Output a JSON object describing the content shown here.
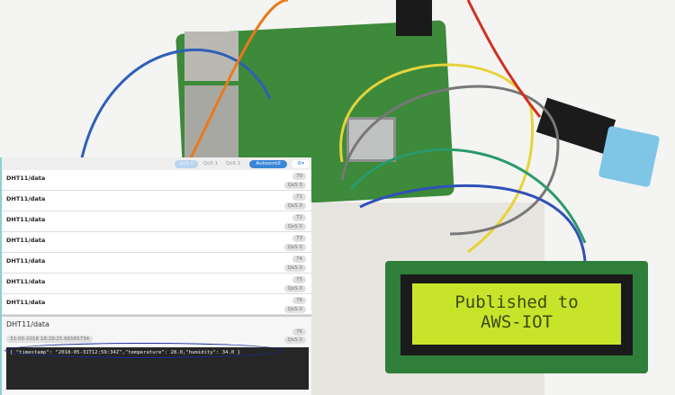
{
  "photo": {
    "lcd_line1": "Published to",
    "lcd_line2": "AWS-IOT"
  },
  "toolbar": {
    "buttons": [
      "QoS 0",
      "QoS 1",
      "QoS 2",
      "Autoscroll"
    ],
    "settings_icon": "gear-icon"
  },
  "messages": [
    {
      "topic": "DHT11/data",
      "number": "70",
      "qos": "QoS 0"
    },
    {
      "topic": "DHT11/data",
      "number": "71",
      "qos": "QoS 0"
    },
    {
      "topic": "DHT11/data",
      "number": "72",
      "qos": "QoS 0"
    },
    {
      "topic": "DHT11/data",
      "number": "73",
      "qos": "QoS 0"
    },
    {
      "topic": "DHT11/data",
      "number": "74",
      "qos": "QoS 0"
    },
    {
      "topic": "DHT11/data",
      "number": "75",
      "qos": "QoS 0"
    },
    {
      "topic": "DHT11/data",
      "number": "76",
      "qos": "QoS 0"
    }
  ],
  "detail": {
    "topic": "DHT11/data",
    "number": "76",
    "timestamp": "31-05-2018 18:29:25.66565734",
    "qos": "QoS 0",
    "payload": "{ \"timestamp\": \"2018-05-31T12:59:34Z\",\"temperature\": 28.0,\"humidity\": 34.0 }"
  },
  "colors": {
    "accent": "#3a86d8",
    "highlight_oval": "#1a2a9a",
    "lcd": "#c8e42a"
  }
}
